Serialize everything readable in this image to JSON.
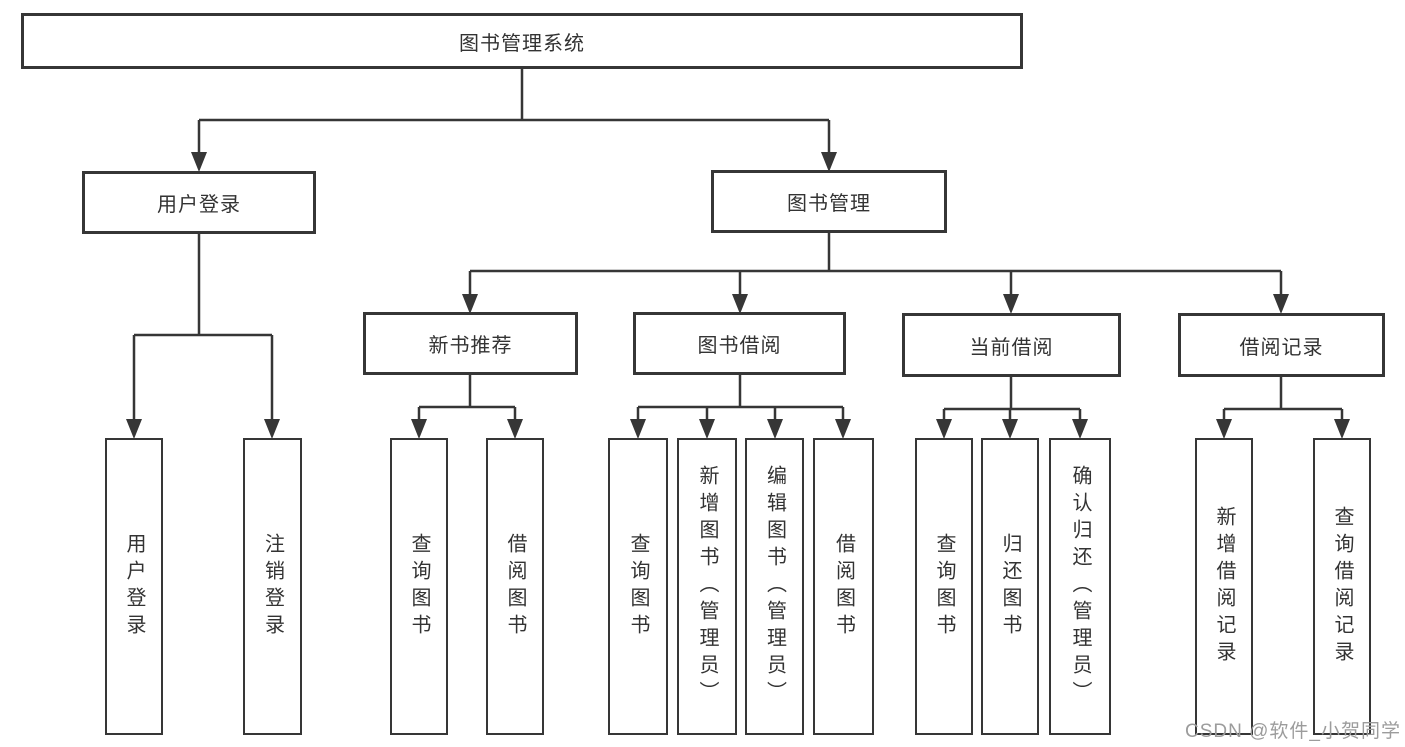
{
  "diagram": {
    "title": "图书管理系统",
    "colors": {
      "line": "#363636",
      "text": "#333333",
      "watermark": "#9c9c9c",
      "background": "#ffffff"
    },
    "level2": [
      {
        "label": "用户登录"
      },
      {
        "label": "图书管理"
      }
    ],
    "level3": [
      {
        "label": "新书推荐"
      },
      {
        "label": "图书借阅"
      },
      {
        "label": "当前借阅"
      },
      {
        "label": "借阅记录"
      }
    ],
    "leaves": {
      "user": [
        "用户登录",
        "注销登录"
      ],
      "newbook": [
        "查询图书",
        "借阅图书"
      ],
      "borrow": [
        "查询图书",
        "新增图书（管理员）",
        "编辑图书（管理员）",
        "借阅图书"
      ],
      "current": [
        "查询图书",
        "归还图书",
        "确认归还（管理员）"
      ],
      "records": [
        "新增借阅记录",
        "查询借阅记录"
      ]
    },
    "watermark": "CSDN @软件_小贺同学"
  }
}
